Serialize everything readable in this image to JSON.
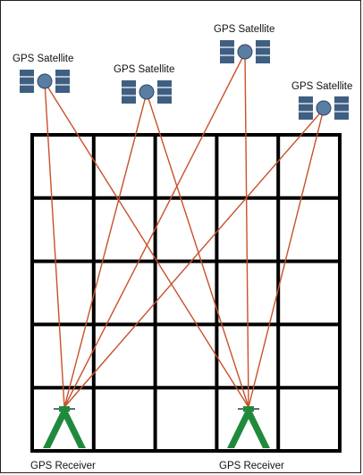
{
  "satellites": [
    {
      "label": "GPS Satellite"
    },
    {
      "label": "GPS Satellite"
    },
    {
      "label": "GPS Satellite"
    },
    {
      "label": "GPS Satellite"
    }
  ],
  "receivers": [
    {
      "label": "GPS Receiver"
    },
    {
      "label": "GPS Receiver"
    }
  ],
  "grid": {
    "rows": 5,
    "cols": 5
  },
  "colors": {
    "signal_line": "#c8512a",
    "grid_line": "#000000",
    "satellite_body": "#3f5f82",
    "receiver_tripod": "#1f8a3c"
  }
}
